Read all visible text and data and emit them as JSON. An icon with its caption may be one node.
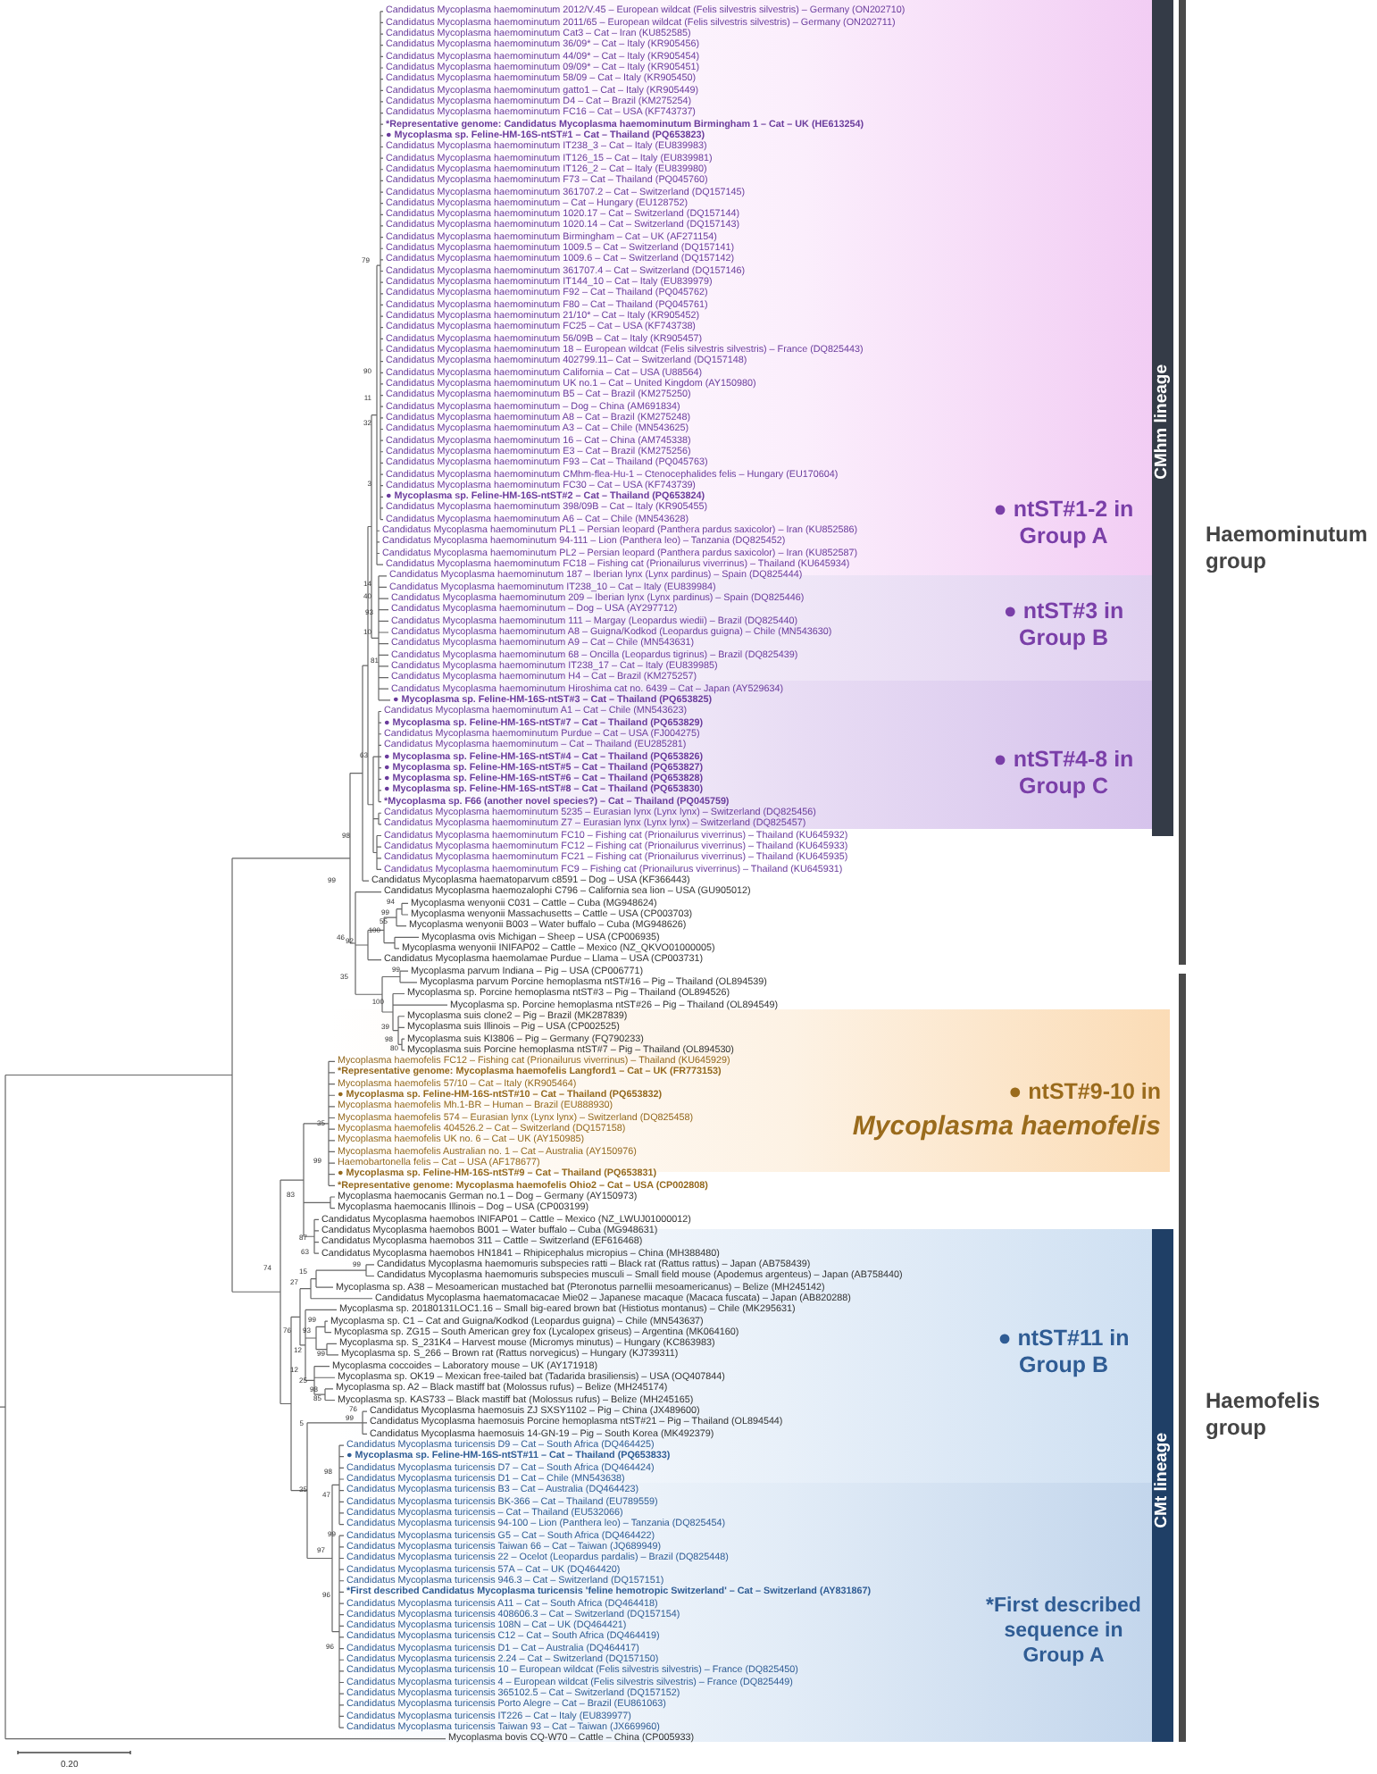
{
  "diagram": {
    "nodes": [
      {
        "text": [
          "● ntST#1-2 in Group A"
        ]
      },
      {
        "text": [
          "● ntST#3 in Group B"
        ]
      },
      {
        "text": [
          "● ntST#4-8 in Group C"
        ]
      },
      {
        "text": [
          "CMhm lineage"
        ]
      },
      {
        "text": [
          "● ntST#9-10 in",
          "Mycoplasma haemofelis"
        ]
      },
      {
        "text": [
          "● ntST#11 in Group B"
        ]
      },
      {
        "text": [
          "*First described sequence in Group A"
        ]
      },
      {
        "text": [
          "CMt lineage"
        ]
      }
    ],
    "labels": [
      "Candidatus Mycoplasma haemominutum 2012/V.45 – European wildcat (Felis silvestris silvestris) – Germany (ON202710)",
      "Candidatus Mycoplasma haemominutum 2011/65 – European wildcat (Felis silvestris silvestris) – Germany (ON202711)",
      "Candidatus Mycoplasma haemominutum Cat3 – Cat – Iran (KU852585)",
      "Candidatus Mycoplasma haemominutum 36/09* – Cat – Italy (KR905456)",
      "Candidatus Mycoplasma haemominutum 44/09* – Cat – Italy (KR905454)",
      "Candidatus Mycoplasma haemominutum 09/09* – Cat – Italy (KR905451)",
      "Candidatus Mycoplasma haemominutum 58/09 – Cat – Italy (KR905450)",
      "Candidatus Mycoplasma haemominutum gatto1 – Cat – Italy (KR905449)",
      "Candidatus Mycoplasma haemominutum D4 – Cat – Brazil (KM275254)",
      "Candidatus Mycoplasma haemominutum FC16 – Cat – USA (KF743737)",
      "*Representative genome: Candidatus Mycoplasma haemominutum Birmingham 1 – Cat – UK (HE613254)",
      "● Mycoplasma sp. Feline-HM-16S-ntST#1 – Cat – Thailand (PQ653823)",
      "Candidatus Mycoplasma haemominutum IT238_3 – Cat – Italy (EU839983)",
      "Candidatus Mycoplasma haemominutum IT126_15 – Cat – Italy (EU839981)",
      "Candidatus Mycoplasma haemominutum IT126_2 – Cat – Italy (EU839980)",
      "Candidatus Mycoplasma haemominutum F73 – Cat – Thailand (PQ045760)",
      "Candidatus Mycoplasma haemominutum 361707.2 – Cat – Switzerland (DQ157145)",
      "Candidatus Mycoplasma haemominutum – Cat – Hungary (EU128752)",
      "Candidatus Mycoplasma haemominutum 1020.17 – Cat – Switzerland (DQ157144)",
      "Candidatus Mycoplasma haemominutum 1020.14 – Cat – Switzerland (DQ157143)",
      "Candidatus Mycoplasma haemominutum Birmingham – Cat – UK (AF271154)",
      "Candidatus Mycoplasma haemominutum 1009.5 – Cat – Switzerland (DQ157141)",
      "Candidatus Mycoplasma haemominutum 1009.6 – Cat – Switzerland (DQ157142)",
      "Candidatus Mycoplasma haemominutum 361707.4 – Cat – Switzerland (DQ157146)",
      "Candidatus Mycoplasma haemominutum IT144_10 – Cat – Italy (EU839979)",
      "Candidatus Mycoplasma haemominutum F92 – Cat – Thailand (PQ045762)",
      "Candidatus Mycoplasma haemominutum F80 – Cat – Thailand (PQ045761)",
      "Candidatus Mycoplasma haemominutum 21/10* – Cat – Italy (KR905452)",
      "Candidatus Mycoplasma haemominutum FC25 – Cat – USA (KF743738)",
      "Candidatus Mycoplasma haemominutum 56/09B – Cat – Italy (KR905457)",
      "Candidatus Mycoplasma haemominutum 18 – European wildcat (Felis silvestris silvestris) – France (DQ825443)",
      "Candidatus Mycoplasma haemominutum 402799.11– Cat – Switzerland (DQ157148)",
      "Candidatus Mycoplasma haemominutum California – Cat – USA (U88564)",
      "Candidatus Mycoplasma haemominutum UK no.1 – Cat – United Kingdom (AY150980)",
      "Candidatus Mycoplasma haemominutum B5 – Cat – Brazil (KM275250)",
      "Candidatus Mycoplasma haemominutum – Dog – China (AM691834)",
      "Candidatus Mycoplasma haemominutum A8 – Cat – Brazil (KM275248)",
      "Candidatus Mycoplasma haemominutum A3 – Cat – Chile (MN543625)",
      "Candidatus Mycoplasma haemominutum 16 – Cat – China (AM745338)",
      "Candidatus Mycoplasma haemominutum E3 – Cat – Brazil (KM275256)",
      "Candidatus Mycoplasma haemominutum F93 – Cat – Thailand (PQ045763)",
      "Candidatus Mycoplasma haemominutum CMhm-flea-Hu-1 – Ctenocephalides felis – Hungary (EU170604)",
      "Candidatus Mycoplasma haemominutum FC30 – Cat – USA (KF743739)",
      "● Mycoplasma sp. Feline-HM-16S-ntST#2 – Cat – Thailand (PQ653824)",
      "Candidatus Mycoplasma haemominutum 398/09B – Cat – Italy (KR905455)",
      "Candidatus Mycoplasma haemominutum A6 – Cat – Chile (MN543628)",
      "Candidatus Mycoplasma haemominutum PL1 – Persian leopard (Panthera pardus saxicolor) – Iran (KU852586)",
      "Candidatus Mycoplasma haemominutum 94-111 – Lion (Panthera leo) – Tanzania (DQ825452)",
      "Candidatus Mycoplasma haemominutum PL2 – Persian leopard (Panthera pardus saxicolor) – Iran (KU852587)",
      "Candidatus Mycoplasma haemominutum FC18 – Fishing cat (Prionailurus viverrinus) – Thailand (KU645934)",
      "Candidatus Mycoplasma haemominutum 187 – Iberian lynx (Lynx pardinus) – Spain (DQ825444)",
      "Candidatus Mycoplasma haemominutum IT238_10 – Cat – Italy (EU839984)",
      "Candidatus Mycoplasma haemominutum 209 – Iberian lynx (Lynx pardinus) – Spain (DQ825446)",
      "Candidatus Mycoplasma haemominutum – Dog – USA (AY297712)",
      "Candidatus Mycoplasma haemominutum 111 – Margay (Leopardus wiedii) – Brazil (DQ825440)",
      "Candidatus Mycoplasma haemominutum A8 – Guigna/Kodkod (Leopardus guigna) – Chile (MN543630)",
      "Candidatus Mycoplasma haemominutum A9 – Cat – Chile (MN543631)",
      "Candidatus Mycoplasma haemominutum 68 – Oncilla (Leopardus tigrinus) – Brazil (DQ825439)",
      "Candidatus Mycoplasma haemominutum IT238_17 – Cat – Italy (EU839985)",
      "Candidatus Mycoplasma haemominutum H4 – Cat – Brazil (KM275257)",
      "Candidatus Mycoplasma haemominutum Hiroshima cat no. 6439 – Cat – Japan (AY529634)",
      "● Mycoplasma sp. Feline-HM-16S-ntST#3 – Cat – Thailand (PQ653825)",
      "Candidatus Mycoplasma haemominutum A1 – Cat – Chile (MN543623)",
      "● Mycoplasma sp. Feline-HM-16S-ntST#7 – Cat – Thailand (PQ653829)",
      "Candidatus Mycoplasma haemominutum Purdue – Cat – USA (FJ004275)",
      "Candidatus Mycoplasma haemominutum – Cat – Thailand (EU285281)",
      "● Mycoplasma sp. Feline-HM-16S-ntST#4 – Cat – Thailand (PQ653826)",
      "● Mycoplasma sp. Feline-HM-16S-ntST#5 – Cat – Thailand (PQ653827)",
      "● Mycoplasma sp. Feline-HM-16S-ntST#6 – Cat – Thailand (PQ653828)",
      "● Mycoplasma sp. Feline-HM-16S-ntST#8 – Cat – Thailand (PQ653830)",
      "*Mycoplasma sp. F66 (another novel species?) – Cat – Thailand (PQ045759)",
      "Candidatus Mycoplasma haemominutum 5235 – Eurasian lynx (Lynx lynx) – Switzerland (DQ825456)",
      "Candidatus Mycoplasma haemominutum Z7 – Eurasian lynx (Lynx lynx) – Switzerland (DQ825457)",
      "Candidatus Mycoplasma haemominutum FC10 – Fishing cat (Prionailurus viverrinus) – Thailand (KU645932)",
      "Candidatus Mycoplasma haemominutum FC12 – Fishing cat (Prionailurus viverrinus) – Thailand (KU645933)",
      "Candidatus Mycoplasma haemominutum FC21 – Fishing cat (Prionailurus viverrinus) – Thailand (KU645935)",
      "Candidatus Mycoplasma haemominutum FC9 – Fishing cat (Prionailurus viverrinus) – Thailand (KU645931)",
      "Candidatus Mycoplasma haematoparvum c8591 – Dog – USA (KF366443)",
      "Candidatus Mycoplasma haemozalophi C796 – California sea lion – USA (GU905012)",
      "Mycoplasma wenyonii C031 – Cattle – Cuba (MG948624)",
      "Mycoplasma wenyonii Massachusetts – Cattle – USA (CP003703)",
      "Mycoplasma wenyonii B003 – Water buffalo – Cuba (MG948626)",
      "Mycoplasma ovis Michigan – Sheep – USA (CP006935)",
      "Mycoplasma wenyonii INIFAP02 – Cattle – Mexico (NZ_QKVO01000005)",
      "Candidatus Mycoplasma haemolamae Purdue – Llama – USA (CP003731)",
      "Mycoplasma parvum Indiana – Pig – USA (CP006771)",
      "Mycoplasma parvum Porcine hemoplasma ntST#16 – Pig – Thailand (OL894539)",
      "Mycoplasma sp. Porcine hemoplasma ntST#3 – Pig – Thailand (OL894526)",
      "Mycoplasma sp. Porcine hemoplasma ntST#26 – Pig – Thailand (OL894549)",
      "Mycoplasma suis clone2 – Pig – Brazil (MK287839)",
      "Mycoplasma suis Illinois – Pig – USA (CP002525)",
      "Mycoplasma suis KI3806 – Pig – Germany (FQ790233)",
      "Mycoplasma suis Porcine hemoplasma ntST#7 – Pig – Thailand (OL894530)",
      "Mycoplasma haemofelis FC12 – Fishing cat (Prionailurus viverrinus) – Thailand (KU645929)",
      "*Representative genome: Mycoplasma haemofelis Langford1 – Cat – UK (FR773153)",
      "Mycoplasma haemofelis 57/10 – Cat – Italy (KR905464)",
      "● Mycoplasma sp. Feline-HM-16S-ntST#10 – Cat – Thailand (PQ653832)",
      "Mycoplasma haemofelis Mh.1-BR – Human – Brazil (EU888930)",
      "Mycoplasma haemofelis 574 – Eurasian lynx (Lynx lynx) – Switzerland (DQ825458)",
      "Mycoplasma haemofelis 404526.2 – Cat – Switzerland (DQ157158)",
      "Mycoplasma haemofelis UK no. 6 – Cat – UK (AY150985)",
      "Mycoplasma haemofelis Australian no. 1 – Cat – Australia (AY150976)",
      "Haemobartonella felis – Cat – USA (AF178677)",
      "● Mycoplasma sp. Feline-HM-16S-ntST#9 – Cat – Thailand (PQ653831)",
      "*Representative genome: Mycoplasma haemofelis Ohio2 – Cat – USA (CP002808)",
      "Mycoplasma haemocanis German no.1 – Dog – Germany (AY150973)",
      "Mycoplasma haemocanis Illinois – Dog – USA (CP003199)",
      "Candidatus Mycoplasma haemobos INIFAP01 – Cattle – Mexico (NZ_LWUJ01000012)",
      "Candidatus Mycoplasma haemobos B001 – Water buffalo – Cuba (MG948631)",
      "Candidatus Mycoplasma haemobos 311 – Cattle – Switzerland (EF616468)",
      "Candidatus Mycoplasma haemobos HN1841 – Rhipicephalus micropius – China (MH388480)",
      "Candidatus Mycoplasma haemomuris subspecies ratti – Black rat (Rattus rattus) – Japan (AB758439)",
      "Candidatus Mycoplasma haemomuris subspecies musculi – Small field mouse (Apodemus argenteus) – Japan (AB758440)",
      "Mycoplasma sp. A38 – Mesoamerican mustached bat (Pteronotus parnellii mesoamericanus) – Belize (MH245142)",
      "Candidatus Mycoplasma haematomacacae Mie02 – Japanese macaque (Macaca fuscata) – Japan (AB820288)",
      "Mycoplasma sp. 20180131LOC1.16 – Small big-eared brown bat (Histiotus montanus) – Chile (MK295631)",
      "Mycoplasma sp. C1 – Cat and Guigna/Kodkod (Leopardus guigna) – Chile (MN543637)",
      "Mycoplasma sp. ZG15 – South American grey fox (Lycalopex griseus) – Argentina (MK064160)",
      "Mycoplasma sp. S_231K4 – Harvest mouse (Micromys minutus) – Hungary (KC863983)",
      "Mycoplasma sp. S_266 – Brown rat (Rattus norvegicus) – Hungary (KJ739311)",
      "Mycoplasma coccoides – Laboratory mouse – UK (AY171918)",
      "Mycoplasma sp. OK19 – Mexican free-tailed bat (Tadarida brasiliensis) – USA (OQ407844)",
      "Mycoplasma sp. A2 – Black mastiff bat (Molossus rufus) – Belize (MH245174)",
      "Mycoplasma sp. KAS733 – Black mastiff bat (Molossus rufus) – Belize (MH245165)",
      "Candidatus Mycoplasma haemosuis ZJ SXSY1102 – Pig – China (JX489600)",
      "Candidatus Mycoplasma haemosuis Porcine hemoplasma ntST#21 – Pig – Thailand (OL894544)",
      "Candidatus Mycoplasma haemosuis 14-GN-19 – Pig – South Korea (MK492379)",
      "Candidatus Mycoplasma turicensis D9 – Cat – South Africa (DQ464425)",
      "● Mycoplasma sp. Feline-HM-16S-ntST#11 – Cat – Thailand (PQ653833)",
      "Candidatus Mycoplasma turicensis D7 – Cat – South Africa (DQ464424)",
      "Candidatus Mycoplasma turicensis D1 – Cat – Chile (MN543638)",
      "Candidatus Mycoplasma turicensis B3 – Cat – Australia (DQ464423)",
      "Candidatus Mycoplasma turicensis BK-366 – Cat – Thailand (EU789559)",
      "Candidatus Mycoplasma turicensis – Cat – Thailand (EU532066)",
      "Candidatus Mycoplasma turicensis 94-100 – Lion (Panthera leo) – Tanzania (DQ825454)",
      "Candidatus Mycoplasma turicensis G5 – Cat – South Africa (DQ464422)",
      "Candidatus Mycoplasma turicensis Taiwan 66 – Cat – Taiwan (JQ689949)",
      "Candidatus Mycoplasma turicensis 22 – Ocelot (Leopardus pardalis) – Brazil (DQ825448)",
      "Candidatus Mycoplasma turicensis 57A – Cat – UK (DQ464420)",
      "Candidatus Mycoplasma turicensis 946.3 – Cat – Switzerland (DQ157151)",
      "*First described Candidatus Mycoplasma turicensis 'feline hemotropic Switzerland' – Cat – Switzerland (AY831867)",
      "Candidatus Mycoplasma turicensis A11 – Cat – South Africa (DQ464418)",
      "Candidatus Mycoplasma turicensis 408606.3 – Cat – Switzerland (DQ157154)",
      "Candidatus Mycoplasma turicensis 108N – Cat – UK (DQ464421)",
      "Candidatus Mycoplasma turicensis C12 – Cat – South Africa (DQ464419)",
      "Candidatus Mycoplasma turicensis D1 – Cat – Australia (DQ464417)",
      "Candidatus Mycoplasma turicensis 2.24 – Cat – Switzerland (DQ157150)",
      "Candidatus Mycoplasma turicensis 10 – European wildcat (Felis silvestris silvestris) – France (DQ825450)",
      "Candidatus Mycoplasma turicensis 4 – European wildcat (Felis silvestris silvestris) – France (DQ825449)",
      "Candidatus Mycoplasma turicensis 365102.5 – Cat – Switzerland (DQ157152)",
      "Candidatus Mycoplasma turicensis Porto Alegre – Cat – Brazil (EU861063)",
      "Candidatus Mycoplasma turicensis IT226 – Cat – Italy (EU839977)",
      "Candidatus Mycoplasma turicensis Taiwan 93 – Cat – Taiwan (JX669960)",
      "Mycoplasma bovis CQ-W70 – Cattle – China (CP005933)",
      "79",
      "90",
      "11",
      "32",
      "3",
      "14",
      "40",
      "93",
      "10",
      "81",
      "63",
      "98",
      "99",
      "94",
      "99",
      "55",
      "100",
      "46",
      "92",
      "99",
      "35",
      "100",
      "39",
      "98",
      "80",
      "35",
      "99",
      "83",
      "87",
      "63",
      "74",
      "99",
      "15",
      "27",
      "99",
      "76",
      "93",
      "12",
      "99",
      "12",
      "25",
      "98",
      "85",
      "76",
      "99",
      "5",
      "98",
      "35",
      "47",
      "99",
      "97",
      "96",
      "96",
      "Haemominutum group",
      "Haemofelis group",
      "0.20"
    ]
  }
}
